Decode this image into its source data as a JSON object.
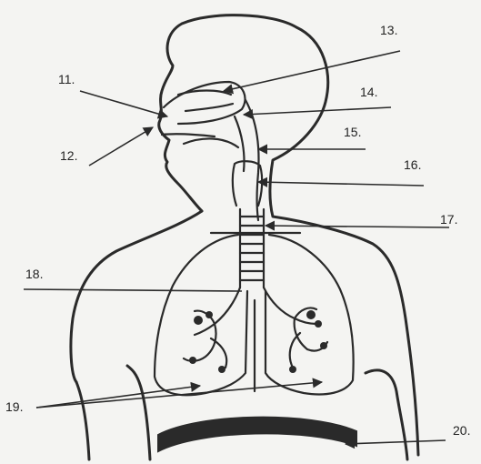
{
  "labels": {
    "l11": "11.",
    "l12": "12.",
    "l13": "13.",
    "l14": "14.",
    "l15": "15.",
    "l16": "16.",
    "l17": "17.",
    "l18": "18.",
    "l19": "19.",
    "l20": "20."
  },
  "colors": {
    "ink": "#2a2a2a",
    "paper": "#f4f4f2"
  }
}
